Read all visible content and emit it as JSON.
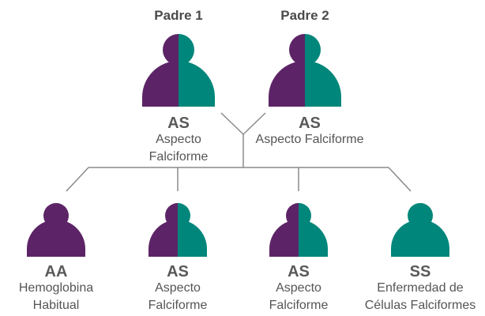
{
  "colors": {
    "purple": "#5c2466",
    "teal": "#00867a",
    "line": "#8a8a8a",
    "text": "#555555"
  },
  "parents": [
    {
      "label": "Padre 1",
      "genotype": "AS",
      "desc_lines": [
        "Aspecto",
        "Falciforme"
      ],
      "fill": "half"
    },
    {
      "label": "Padre 2",
      "genotype": "AS",
      "desc_lines": [
        "Aspecto Falciforme"
      ],
      "fill": "half"
    }
  ],
  "children": [
    {
      "genotype": "AA",
      "desc_lines": [
        "Hemoglobina",
        "Habitual"
      ],
      "fill": "purple"
    },
    {
      "genotype": "AS",
      "desc_lines": [
        "Aspecto",
        "Falciforme"
      ],
      "fill": "half"
    },
    {
      "genotype": "AS",
      "desc_lines": [
        "Aspecto",
        "Falciforme"
      ],
      "fill": "half"
    },
    {
      "genotype": "SS",
      "desc_lines": [
        "Enfermedad de",
        "Células Falciformes"
      ],
      "fill": "teal"
    }
  ]
}
